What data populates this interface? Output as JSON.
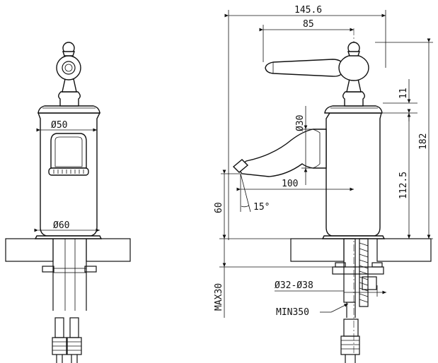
{
  "dimensions": {
    "overall_width": "145.6",
    "spout_to_handle": "85",
    "spout_diameter": "Ø30",
    "height_total": "182",
    "height_spout": "112.5",
    "handle_offset": "11",
    "body_diameter_top": "Ø50",
    "body_diameter_base": "Ø60",
    "spout_reach": "100",
    "spout_height": "60",
    "spout_angle": "15°",
    "deck_thickness": "MAX30",
    "hole_diameter": "Ø32-Ø38",
    "hose_length": "MIN350"
  }
}
